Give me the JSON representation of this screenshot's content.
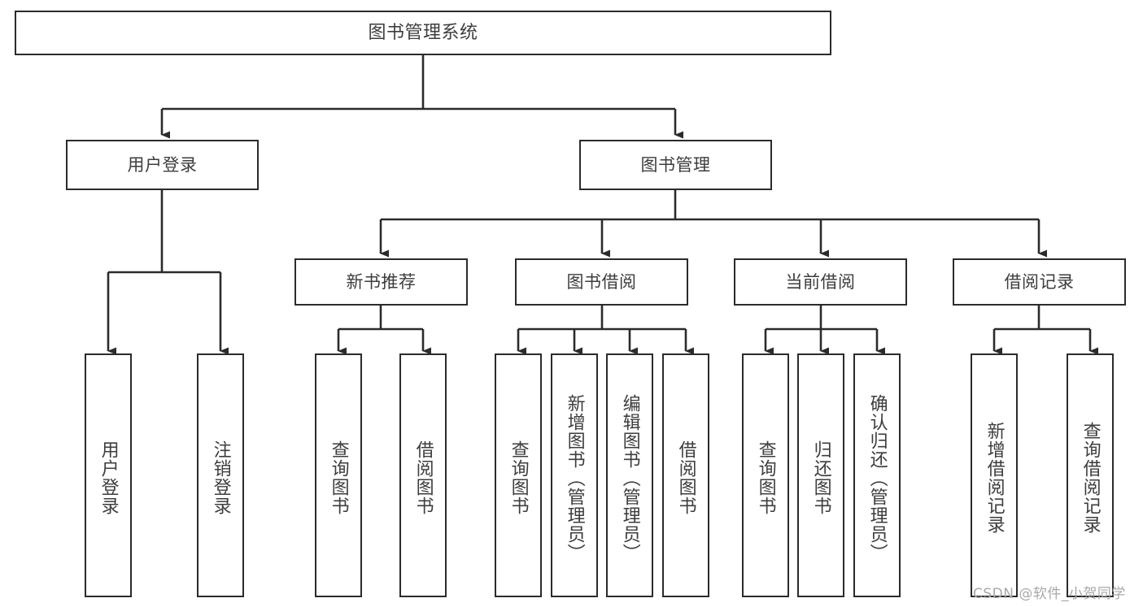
{
  "diagram": {
    "type": "tree-hierarchy",
    "title": "图书管理系统",
    "watermark": "CSDN @软件_小贺同学",
    "colors": {
      "stroke": "#2b2b2b",
      "text": "#3d3d3d",
      "background": "#ffffff",
      "watermark": "#a8a8a8"
    },
    "levels": {
      "root": {
        "label": "图书管理系统"
      },
      "level2": [
        {
          "id": "user-login",
          "label": "用户登录"
        },
        {
          "id": "book-manage",
          "label": "图书管理"
        }
      ],
      "level3": [
        {
          "id": "new-book-recommend",
          "label": "新书推荐",
          "parent": "book-manage"
        },
        {
          "id": "book-borrow",
          "label": "图书借阅",
          "parent": "book-manage"
        },
        {
          "id": "current-borrow",
          "label": "当前借阅",
          "parent": "book-manage"
        },
        {
          "id": "borrow-record",
          "label": "借阅记录",
          "parent": "book-manage"
        }
      ],
      "leaves": [
        {
          "id": "leaf-user-login",
          "label": "用户登录",
          "parent": "user-login"
        },
        {
          "id": "leaf-logout",
          "label": "注销登录",
          "parent": "user-login"
        },
        {
          "id": "leaf-query-book-1",
          "label": "查询图书",
          "parent": "new-book-recommend"
        },
        {
          "id": "leaf-borrow-book-1",
          "label": "借阅图书",
          "parent": "new-book-recommend"
        },
        {
          "id": "leaf-query-book-2",
          "label": "查询图书",
          "parent": "book-borrow"
        },
        {
          "id": "leaf-add-book",
          "label": "新增图书（管理员）",
          "parent": "book-borrow"
        },
        {
          "id": "leaf-edit-book",
          "label": "编辑图书（管理员）",
          "parent": "book-borrow"
        },
        {
          "id": "leaf-borrow-book-2",
          "label": "借阅图书",
          "parent": "book-borrow"
        },
        {
          "id": "leaf-query-book-3",
          "label": "查询图书",
          "parent": "current-borrow"
        },
        {
          "id": "leaf-return-book",
          "label": "归还图书",
          "parent": "current-borrow"
        },
        {
          "id": "leaf-confirm-return",
          "label": "确认归还（管理员）",
          "parent": "current-borrow"
        },
        {
          "id": "leaf-add-record",
          "label": "新增借阅记录",
          "parent": "borrow-record"
        },
        {
          "id": "leaf-query-record",
          "label": "查询借阅记录",
          "parent": "borrow-record"
        }
      ]
    }
  }
}
